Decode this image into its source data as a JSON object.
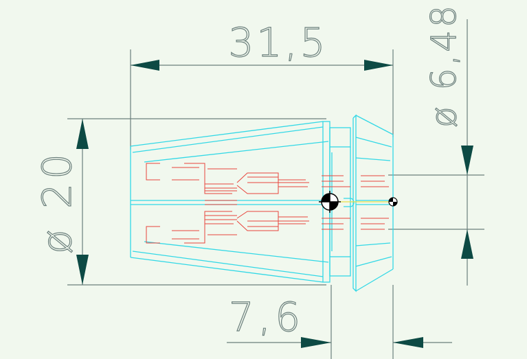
{
  "dimensions": {
    "overall_length": "31,5",
    "outer_diameter": "ø 20",
    "bore_diameter": "ø 6,48",
    "front_offset": "7,6"
  },
  "colors": {
    "background": "#f1f8ee",
    "dimension": "#6b7f7c",
    "arrow": "#0d4a44",
    "outline": "#32d8e6",
    "hidden": "#e8443c",
    "center": "#e8e04a",
    "datum_mark": "#000000"
  }
}
